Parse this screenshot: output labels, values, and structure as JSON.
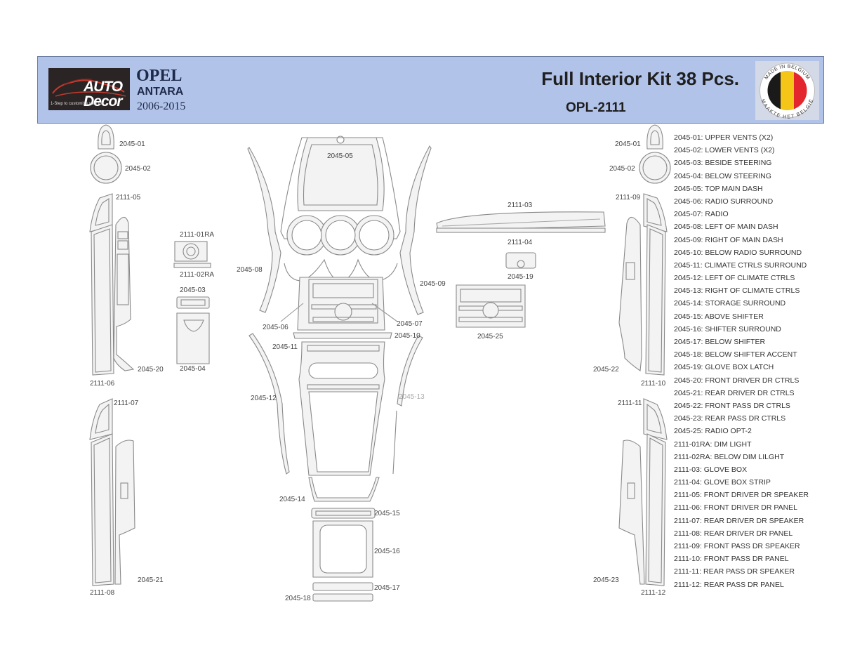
{
  "header": {
    "logo_text": "AUTO Decor",
    "logo_tagline": "1-Step to customise your car",
    "brand": "OPEL",
    "model": "ANTARA",
    "years": "2006-2015",
    "kit_title": "Full Interior Kit  38 Pcs.",
    "kit_code": "OPL-2111",
    "badge": {
      "top_text": "MADE IN BELGIUM",
      "bottom_text": "MAAKTE HET BELGIË",
      "flag_colors": [
        "#1a1a1a",
        "#f5c518",
        "#e3262e"
      ]
    }
  },
  "labels": {
    "p2045_01_left": "2045-01",
    "p2045_02_left": "2045-02",
    "p2111_05": "2111-05",
    "p2111_06": "2111-06",
    "p2045_20": "2045-20",
    "p2111_07": "2111-07",
    "p2111_08": "2111-08",
    "p2045_21": "2045-21",
    "p2111_01ra": "2111-01RA",
    "p2111_02ra": "2111-02RA",
    "p2045_03": "2045-03",
    "p2045_04": "2045-04",
    "p2045_05": "2045-05",
    "p2045_08": "2045-08",
    "p2045_09": "2045-09",
    "p2045_06": "2045-06",
    "p2045_07": "2045-07",
    "p2045_10": "2045-10",
    "p2045_11": "2045-11",
    "p2045_12": "2045-12",
    "p2045_13": "2045-13",
    "p2045_14": "2045-14",
    "p2045_15": "2045-15",
    "p2045_16": "2045-16",
    "p2045_17": "2045-17",
    "p2045_18": "2045-18",
    "p2111_03": "2111-03",
    "p2111_04": "2111-04",
    "p2045_19": "2045-19",
    "p2045_25": "2045-25",
    "p2045_01_right": "2045-01",
    "p2045_02_right": "2045-02",
    "p2111_09": "2111-09",
    "p2045_22": "2045-22",
    "p2111_10": "2111-10",
    "p2111_11": "2111-11",
    "p2045_23": "2045-23",
    "p2111_12": "2111-12"
  },
  "legend": [
    "2045-01: UPPER VENTS (X2)",
    "2045-02: LOWER VENTS (X2)",
    "2045-03: BESIDE STEERING",
    "2045-04: BELOW STEERING",
    "2045-05: TOP MAIN DASH",
    "2045-06: RADIO SURROUND",
    "2045-07: RADIO",
    "2045-08: LEFT OF MAIN DASH",
    "2045-09: RIGHT OF MAIN DASH",
    "2045-10: BELOW RADIO SURROUND",
    "2045-11: CLIMATE CTRLS SURROUND",
    "2045-12: LEFT OF CLIMATE CTRLS",
    "2045-13: RIGHT OF CLIMATE CTRLS",
    "2045-14: STORAGE SURROUND",
    "2045-15: ABOVE SHIFTER",
    "2045-16: SHIFTER SURROUND",
    "2045-17: BELOW SHIFTER",
    "2045-18: BELOW SHIFTER ACCENT",
    "2045-19: GLOVE BOX LATCH",
    "2045-20: FRONT DRIVER DR CTRLS",
    "2045-21: REAR DRIVER DR CTRLS",
    "2045-22: FRONT PASS DR CTRLS",
    "2045-23: REAR PASS DR CTRLS",
    "2045-25: RADIO OPT-2",
    "2111-01RA: DIM LIGHT",
    "2111-02RA: BELOW DIM LILGHT",
    "2111-03: GLOVE BOX",
    "2111-04: GLOVE BOX STRIP",
    "2111-05: FRONT DRIVER DR SPEAKER",
    "2111-06: FRONT DRIVER DR PANEL",
    "2111-07: REAR DRIVER DR SPEAKER",
    "2111-08: REAR DRIVER DR PANEL",
    "2111-09: FRONT PASS DR SPEAKER",
    "2111-10: FRONT PASS DR PANEL",
    "2111-11: REAR PASS DR SPEAKER",
    "2111-12: REAR PASS DR PANEL"
  ]
}
